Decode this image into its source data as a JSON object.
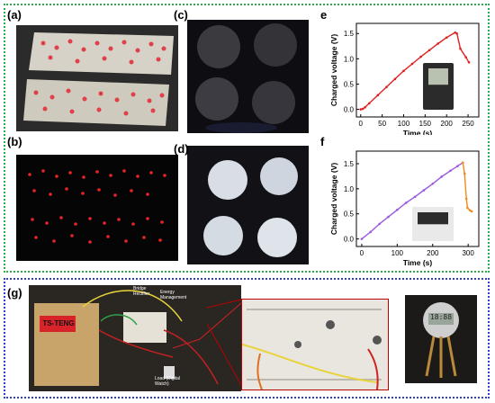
{
  "panels": {
    "a": {
      "label": "(a)"
    },
    "b": {
      "label": "(b)"
    },
    "c": {
      "label": "(c)"
    },
    "d": {
      "label": "(d)"
    },
    "e": {
      "label": "e"
    },
    "f": {
      "label": "f"
    },
    "g": {
      "label": "(g)"
    }
  },
  "photo_g": {
    "device_label": "TS-TENG",
    "bridge": "Bridge\nRectifier",
    "energy": "Energy\nManagement",
    "load": "Load (Digital\nWatch)",
    "watch_display": "18:88"
  },
  "colors": {
    "series_e": "#e02020",
    "series_f_charge": "#9b59e0",
    "series_f_discharge": "#f08a1c",
    "frame_top": "#2fa84f",
    "frame_bottom": "#2f3fc0"
  },
  "chart_data": [
    {
      "type": "line",
      "panel": "e",
      "xlabel": "Time (s)",
      "ylabel": "Charged voltage (V)",
      "xlim": [
        -10,
        275
      ],
      "ylim": [
        -0.15,
        1.7
      ],
      "xticks": [
        0,
        50,
        100,
        150,
        200,
        250
      ],
      "yticks": [
        0.0,
        0.5,
        1.0,
        1.5
      ],
      "series": [
        {
          "values": [
            [
              0,
              0.0
            ],
            [
              5,
              0.01
            ],
            [
              10,
              0.04
            ],
            [
              20,
              0.12
            ],
            [
              40,
              0.28
            ],
            [
              60,
              0.44
            ],
            [
              80,
              0.6
            ],
            [
              100,
              0.76
            ],
            [
              120,
              0.9
            ],
            [
              140,
              1.04
            ],
            [
              160,
              1.17
            ],
            [
              180,
              1.3
            ],
            [
              200,
              1.42
            ],
            [
              220,
              1.52
            ],
            [
              224,
              1.5
            ],
            [
              232,
              1.2
            ],
            [
              245,
              1.03
            ],
            [
              252,
              0.93
            ]
          ]
        }
      ]
    },
    {
      "type": "line",
      "panel": "f",
      "xlabel": "Time (s)",
      "ylabel": "Charged voltage (V)",
      "xlim": [
        -15,
        330
      ],
      "ylim": [
        -0.15,
        1.75
      ],
      "xticks": [
        0,
        100,
        200,
        300
      ],
      "yticks": [
        0.0,
        0.5,
        1.0,
        1.5
      ],
      "series": [
        {
          "values": [
            [
              0,
              0.0
            ],
            [
              25,
              0.14
            ],
            [
              50,
              0.3
            ],
            [
              75,
              0.44
            ],
            [
              100,
              0.58
            ],
            [
              125,
              0.72
            ],
            [
              150,
              0.84
            ],
            [
              175,
              0.97
            ],
            [
              200,
              1.1
            ],
            [
              225,
              1.24
            ],
            [
              250,
              1.36
            ],
            [
              270,
              1.45
            ],
            [
              285,
              1.52
            ]
          ]
        },
        {
          "values": [
            [
              285,
              1.52
            ],
            [
              290,
              1.3
            ],
            [
              295,
              0.8
            ],
            [
              298,
              0.62
            ],
            [
              305,
              0.57
            ],
            [
              310,
              0.55
            ]
          ]
        }
      ]
    }
  ]
}
